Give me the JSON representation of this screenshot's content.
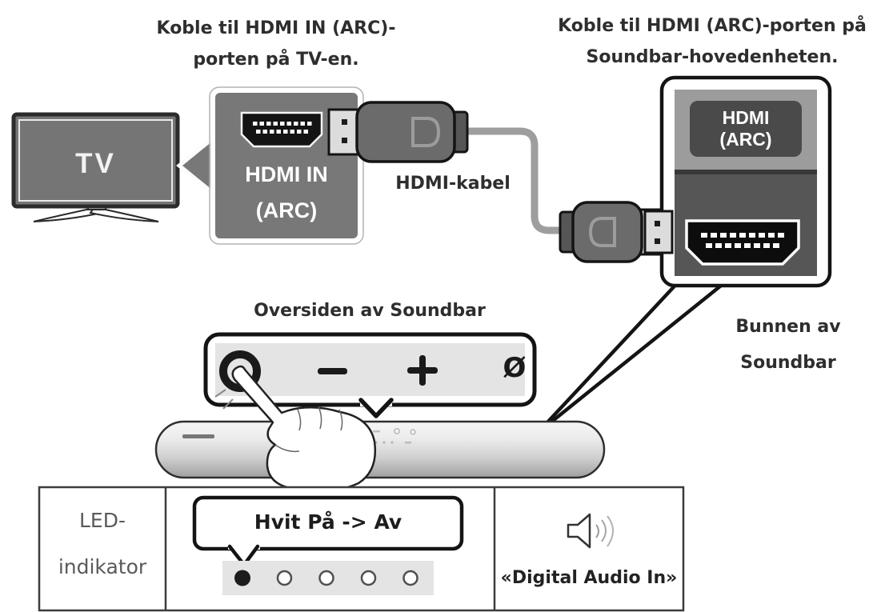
{
  "headings": {
    "tv_connection": {
      "line1": "Koble til HDMI IN (ARC)-",
      "line2": "porten på TV-en."
    },
    "soundbar_connection": {
      "line1": "Koble til HDMI (ARC)-porten på",
      "line2": "Soundbar-hovedenheten."
    }
  },
  "tv": {
    "label": "TV"
  },
  "tv_port_callout": {
    "label_line1": "HDMI IN",
    "label_line2": "(ARC)"
  },
  "cable": {
    "label": "HDMI-kabel"
  },
  "soundbar_port_callout": {
    "label_line1": "HDMI",
    "label_line2": "(ARC)",
    "location_line1": "Bunnen av",
    "location_line2": "Soundbar"
  },
  "top_panel": {
    "title": "Oversiden av Soundbar",
    "buttons": [
      {
        "name": "multifunction",
        "symbol": "O"
      },
      {
        "name": "volume-down",
        "symbol": "−"
      },
      {
        "name": "volume-up",
        "symbol": "+"
      },
      {
        "name": "mute",
        "symbol": "Ø"
      }
    ]
  },
  "table": {
    "row_header": {
      "line1": "LED-",
      "line2": "indikator"
    },
    "led_indicator": {
      "bubble_label": "Hvit På -> Av",
      "leds": [
        "on",
        "off",
        "off",
        "off",
        "off"
      ]
    },
    "audio_mode": {
      "label": "«Digital Audio In»",
      "icon": "speaker-sound-icon"
    }
  },
  "colors": {
    "illustration_gray": "#787878",
    "box_top_gray": "#9c9c9c",
    "box_bottom_gray": "#565656",
    "label_plate_gray": "#4a4a4a",
    "panel_gray": "#e4e4e4",
    "cable_gray": "#9e9e9e",
    "outline_black": "#141414",
    "text_dark": "#2e2e2e"
  }
}
